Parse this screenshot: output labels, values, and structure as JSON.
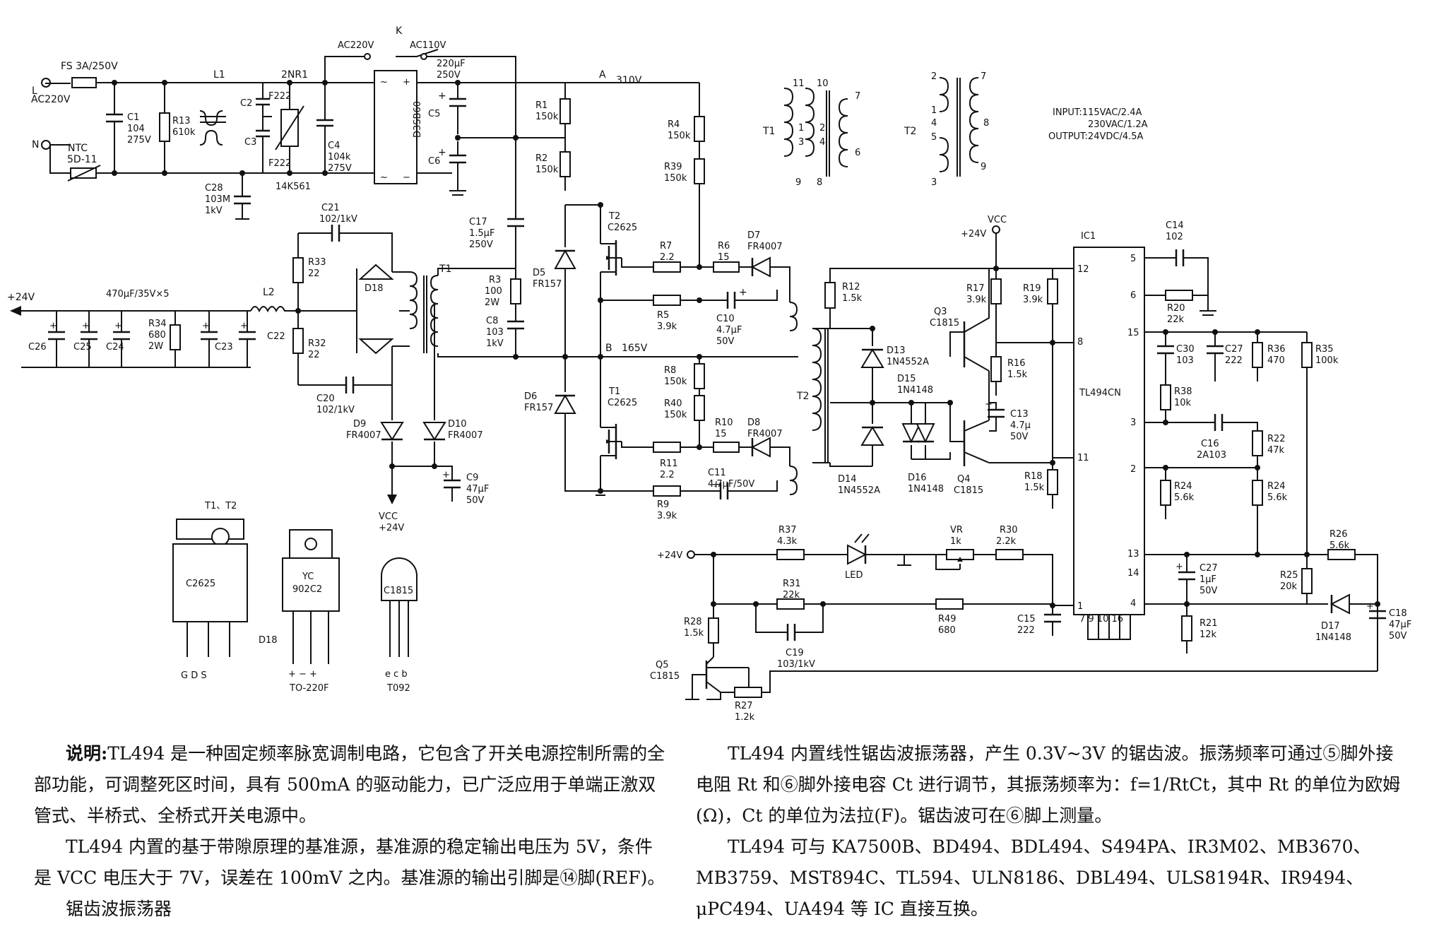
{
  "labels": {
    "L": "L",
    "N": "N",
    "ac220v_in": "AC220V",
    "fs": "FS 3A/250V",
    "ntc": "NTC",
    "ntc_val": "5D-11",
    "c1": "C1",
    "c1_v": "104",
    "c1_v2": "275V",
    "r13": "R13",
    "r13_v": "610k",
    "L1": "L1",
    "nr": "2NR1",
    "c2": "C2",
    "c3": "C3",
    "f222a": "F222",
    "f222b": "F222",
    "c28": "C28",
    "c28_v": "103M",
    "c28_v2": "1kV",
    "c4": "C4",
    "c4_v": "104k",
    "c4_v2": "275V",
    "vr14": "14K561",
    "sw_k": "K",
    "sw_220": "AC220V",
    "sw_110": "AC110V",
    "bridge": "D3SB60",
    "cap220": "220μF",
    "cap220v": "250V",
    "c5": "C5",
    "c6": "C6",
    "nodeA": "A",
    "v310": "310V",
    "r1": "R1",
    "r1_v": "150k",
    "r2": "R2",
    "r2_v": "150k",
    "r4": "R4",
    "r4_v": "150k",
    "r39": "R39",
    "r39_v": "150k",
    "c17": "C17",
    "c17_v": "1.5μF",
    "c17_v2": "250V",
    "t2q": "T2",
    "t2q_v": "C2625",
    "r7": "R7",
    "r7_v": "2.2",
    "r6": "R6",
    "r6_v": "15",
    "d7": "D7",
    "d7_v": "FR4007",
    "r5": "R5",
    "r5_v": "3.9k",
    "c10": "C10",
    "c10_v": "4.7μF",
    "c10_v2": "50V",
    "d5": "D5",
    "d5_v": "FR157",
    "d6": "D6",
    "d6_v": "FR157",
    "r3": "R3",
    "r3_v": "100",
    "r3_v2": "2W",
    "c8": "C8",
    "c8_v": "103",
    "c8_v2": "1kV",
    "nodeB": "B",
    "v165": "165V",
    "r8": "R8",
    "r8_v": "150k",
    "r40": "R40",
    "r40_v": "150k",
    "t1q": "T1",
    "t1q_v": "C2625",
    "r10": "R10",
    "r10_v": "15",
    "d8": "D8",
    "d8_v": "FR4007",
    "r11": "R11",
    "r11_v": "2.2",
    "c11": "C11",
    "c11_v": "4.7μF/50V",
    "r9": "R9",
    "r9_v": "3.9k",
    "c21": "C21",
    "c21_v": "102/1kV",
    "c20": "C20",
    "c20_v": "102/1kV",
    "r33": "R33",
    "r33_v": "22",
    "r32": "R32",
    "r32_v": "22",
    "d18": "D18",
    "T1": "T1",
    "L2": "L2",
    "out24": "+24V",
    "caps": "470μF/35V×5",
    "c26": "C26",
    "c25": "C25",
    "c24": "C24",
    "r34": "R34",
    "r34_v": "680",
    "r34_v2": "2W",
    "c23": "C23",
    "c22": "C22",
    "d9": "D9",
    "d9_v": "FR4007",
    "d10": "D10",
    "d10_v": "FR4007",
    "c9": "C9",
    "c9_v": "47μF",
    "c9_v2": "50V",
    "vcc": "VCC",
    "vcc_v": "+24V",
    "tr_t1": "T1",
    "tr_t2": "T2",
    "spec1": "INPUT:115VAC/2.4A",
    "spec2": "230VAC/1.2A",
    "spec3": "OUTPUT:24VDC/4.5A",
    "p24": "+24V",
    "pvcc": "VCC",
    "r12": "R12",
    "r12_v": "1.5k",
    "r17": "R17",
    "r17_v": "3.9k",
    "r19": "R19",
    "r19_v": "3.9k",
    "q3": "Q3",
    "q3_v": "C1815",
    "d13": "D13",
    "d13_v": "1N4552A",
    "d15": "D15",
    "d15_v": "1N4148",
    "r16": "R16",
    "r16_v": "1.5k",
    "c13": "C13",
    "c13_v": "4.7μ",
    "c13_v2": "50V",
    "T2": "T2",
    "d14": "D14",
    "d14_v": "1N4552A",
    "d16": "D16",
    "d16_v": "1N4148",
    "q4": "Q4",
    "q4_v": "C1815",
    "r18": "R18",
    "r18_v": "1.5k",
    "ic1": "IC1",
    "ic1_v": "TL494CN",
    "c14": "C14",
    "c14_v": "102",
    "r20": "R20",
    "r20_v": "22k",
    "c30": "C30",
    "c30_v": "103",
    "c27a": "C27",
    "c27a_v": "222",
    "r36": "R36",
    "r36_v": "470",
    "r35": "R35",
    "r35_v": "100k",
    "r38": "R38",
    "r38_v": "10k",
    "c16": "C16",
    "c16_v": "2A103",
    "r22": "R22",
    "r22_v": "47k",
    "r24a": "R24",
    "r24a_v": "5.6k",
    "r24b": "R24",
    "r24b_v": "5.6k",
    "r26": "R26",
    "r26_v": "5.6k",
    "r25": "R25",
    "r25_v": "20k",
    "c27": "C27",
    "c27_v": "1μF",
    "c27_v2": "50V",
    "r21": "R21",
    "r21_v": "12k",
    "d17": "D17",
    "d17_v": "1N4148",
    "c18": "C18",
    "c18_v": "47μF",
    "c18_v2": "50V",
    "r37": "R37",
    "r37_v": "4.3k",
    "led": "LED",
    "vr": "VR",
    "vr_v": "1k",
    "r30": "R30",
    "r30_v": "2.2k",
    "r31": "R31",
    "r31_v": "22k",
    "r49": "R49",
    "r49_v": "680",
    "c15": "C15",
    "c15_v": "222",
    "c19": "C19",
    "c19_v": "103/1kV",
    "r28": "R28",
    "r28_v": "1.5k",
    "q5": "Q5",
    "q5_v": "C1815",
    "r27": "R27",
    "r27_v": "1.2k",
    "pkg_title": "T1、T2",
    "pkg1": "C2625",
    "pkg1_pins": "G    D    S",
    "pkg2a": "YC",
    "pkg2b": "902C2",
    "pkg2_d18": "D18",
    "pkg2_pins": "+  −  +",
    "pkg2_type": "TO-220F",
    "pkg3": "C1815",
    "pkg3_pins": "e c b",
    "pkg3_type": "T092"
  },
  "pins": {
    "p12": "12",
    "p8": "8",
    "p11": "11",
    "p1": "1",
    "p5": "5",
    "p6": "6",
    "p15": "15",
    "p3": "3",
    "p2": "2",
    "p13": "13",
    "p14": "14",
    "p4": "4",
    "gnd_pins": "7  9  10  16",
    "t1_11": "11",
    "t1_10": "10",
    "t1_1": "1",
    "t1_2": "2",
    "t1_3": "3",
    "t1_4": "4",
    "t1_9": "9",
    "t1_8": "8",
    "t1_7": "7",
    "t1_6": "6",
    "t2_2": "2",
    "t2_1": "1",
    "t2_4": "4",
    "t2_5": "5",
    "t2_3": "3",
    "t2_7": "7",
    "t2_8": "8",
    "t2_9": "9"
  },
  "notes_left": {
    "p1_head": "说明:",
    "p1": "TL494 是一种固定频率脉宽调制电路，它包含了开关电源控制所需的全部功能，可调整死区时间，具有 500mA 的驱动能力，已广泛应用于单端正激双管式、半桥式、全桥式开关电源中。",
    "p2": "TL494 内置的基于带隙原理的基准源，基准源的稳定输出电压为 5V，条件是 VCC 电压大于 7V，误差在 100mV 之内。基准源的输出引脚是⑭脚(REF)。",
    "p3": "锯齿波振荡器"
  },
  "notes_right": {
    "p1": "TL494 内置线性锯齿波振荡器，产生 0.3V~3V 的锯齿波。振荡频率可通过⑤脚外接电阻 Rt 和⑥脚外接电容 Ct 进行调节，其振荡频率为：f=1/RtCt，其中 Rt 的单位为欧姆(Ω)，Ct 的单位为法拉(F)。锯齿波可在⑥脚上测量。",
    "p2": "TL494 可与 KA7500B、BD494、BDL494、S494PA、IR3M02、MB3670、MB3759、MST894C、TL594、ULN8186、DBL494、ULS8194R、IR9494、μPC494、UA494 等 IC 直接互换。"
  }
}
